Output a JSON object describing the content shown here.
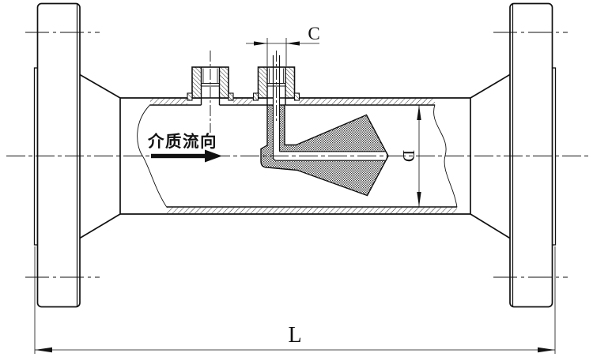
{
  "drawing": {
    "background": "#ffffff",
    "line_color": "#111111",
    "annotations": {
      "flow_direction": "介质流向"
    },
    "dimensions": {
      "tap_spacing": "C",
      "inner_diameter": "D",
      "overall_length": "L"
    }
  }
}
